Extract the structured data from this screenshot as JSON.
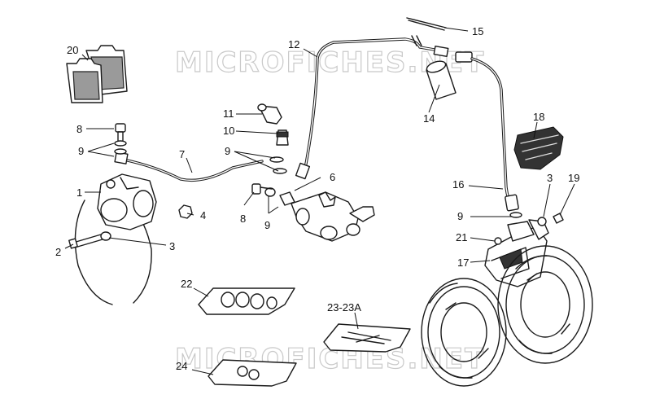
{
  "watermarks": [
    "MICROFICHES.NET",
    "MICROFICHES.NET"
  ],
  "callouts": {
    "c1": "1",
    "c2": "2",
    "c3a": "3",
    "c3b": "3",
    "c4": "4",
    "c6": "6",
    "c7": "7",
    "c8a": "8",
    "c8b": "8",
    "c9a": "9",
    "c9b": "9",
    "c9c": "9",
    "c9d": "9",
    "c10": "10",
    "c11": "11",
    "c12": "12",
    "c14": "14",
    "c15": "15",
    "c16": "16",
    "c17": "17",
    "c18": "18",
    "c19": "19",
    "c20": "20",
    "c21": "21",
    "c22": "22",
    "c23": "23-23A",
    "c24": "24"
  }
}
